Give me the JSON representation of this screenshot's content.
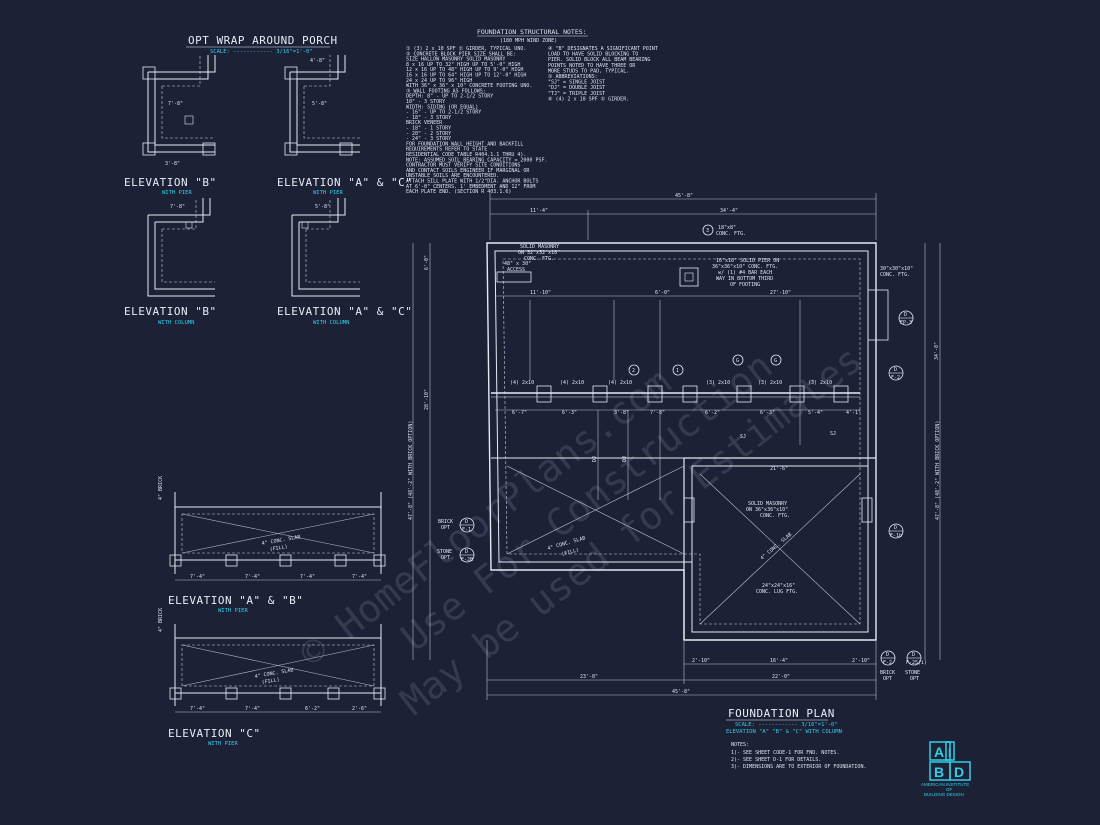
{
  "porch": {
    "title": "OPT WRAP AROUND PORCH",
    "scale": "SCALE: ------------ 3/16\"=1'-0\"",
    "elev_b1": "ELEVATION \"B\"",
    "elev_b1_sub": "WITH PIER",
    "elev_ac1": "ELEVATION \"A\" & \"C\"",
    "elev_ac1_sub": "WITH PIER",
    "elev_b2": "ELEVATION \"B\"",
    "elev_b2_sub": "WITH COLUMN",
    "elev_ac2": "ELEVATION \"A\" & \"C\"",
    "elev_ac2_sub": "WITH COLUMN",
    "dims": [
      "7'-8\"",
      "3'-8\"",
      "5'-8\"",
      "4'-8\"",
      "5'-8\"",
      "7'-8\""
    ]
  },
  "notes": {
    "title": "FOUNDATION STRUCTURAL NOTES:",
    "subtitle": "(180 MPH WIND ZONE)",
    "col1": [
      "① (3) 2 x 10 SPF ① GIRDER, TYPICAL UNO.",
      "② CONCRETE BLOCK PIER SIZE SHALL BE:",
      "   SIZE   HALLOW MASONRY   SOLID MASONRY",
      "   8 x 16    UP TO 32\" HIGH    UP TO 5'-0\" HIGH",
      "   12 x 16   UP TO 48\" HIGH    UP TO 9'-0\" HIGH",
      "   16 x 16   UP TO 64\" HIGH    UP TO 12'-0\" HIGH",
      "   24 x 24   UP TO 96\" HIGH",
      "   WITH 36\" x 36\" x 10\" CONCRETE FOOTING UNO.",
      "③ WALL FOOTING AS FOLLOWS:",
      "   DEPTH:  8\" - UP TO 2-1/2 STORY",
      "           10\" - 3 STORY",
      "   WIDTH:  SIDING (OR EQUAL)",
      "           - 16\" - UP TO 2-1/2 STORY",
      "           - 18\" - 3 STORY",
      "           BRICK VENEER",
      "           - 18\" - 1 STORY",
      "           - 20\" - 2 STORY",
      "           - 24\" - 3 STORY",
      "FOR FOUNDATION WALL HEIGHT AND BACKFILL",
      "REQUIREMENTS REFER TO STATE",
      "RESIDENTIAL CODE TABLE R404.1.1 THRU 4).",
      "NOTE: ASSUMED SOIL BEARING CAPACITY = 2000 PSF.",
      "CONTRACTOR MUST VERIFY SITE CONDITIONS",
      "AND CONTACT SOILS ENGINEER IF MARGINAL OR",
      "UNSTABLE SOILS ARE ENCOUNTERED.",
      "ATTACH SILL PLATE WITH 1/2\"DIA. ANCHOR BOLTS",
      "AT 6'-0\" CENTERS. 1' EMBEDMENT AND 12\" FROM",
      "EACH PLATE END. (SECTION R 403.1.6)"
    ],
    "col2": [
      "④ \"B\" DESIGNATES A SIGNIFICANT POINT",
      "LOAD TO HAVE SOLID BLOCKING TO",
      "PIER. SOLID BLOCK ALL BEAM BEARING",
      "POINTS NOTED TO HAVE THREE OR",
      "MORE STUDS TO PAD, TYPICAL.",
      "⑤ ABBREVIATIONS:",
      "   \"SJ\" = SINGLE JOIST",
      "   \"DJ\" = DOUBLE JOIST",
      "   \"TJ\" = TRIPLE JOIST",
      "⑥ (4) 2 x 10 SPF ① GIRDER."
    ]
  },
  "plan": {
    "title": "FOUNDATION PLAN",
    "scale": "SCALE: ------------ 3/16\"=1'-0\"",
    "scale_sub": "ELEVATION \"A\" \"B\" & \"C\" WITH COLUMN",
    "notes_title": "NOTES:",
    "notes": [
      "1)- SEE SHEET CODE-1 FOR FND. NOTES.",
      "2)- SEE SHEET D-1 FOR DETAILS.",
      "3)- DIMENSIONS ARE TO EXTERIOR OF FOUNDATION."
    ],
    "top_dim_overall": "45'-8\"",
    "top_dim_left": "11'-4\"",
    "top_dim_right": "34'-4\"",
    "bottom_dim_overall": "45'-8\"",
    "bottom_dim_left": "23'-8\"",
    "bottom_dim_right": "22'-0\"",
    "bottom_dim_a": "2'-10\"",
    "bottom_dim_b": "16'-4\"",
    "bottom_dim_c": "2'-10\"",
    "left_overall": "47'-8\" (48'-2\" WITH BRICK OPTION)",
    "right_overall": "47'-8\" (48'-2\" WITH BRICK OPTION)",
    "solid_masonry_1": "SOLID MASONRY",
    "solid_masonry_1b": "ON 32\"x32\"x10\"",
    "solid_masonry_1c": "CONC. FTG.",
    "access": "48\" x 30\"",
    "access_b": "ACCESS",
    "solid_pier": "16\"x16\" SOLID PIER ON",
    "solid_pier_b": "36\"x36\"x10\" CONC. FTG.",
    "solid_pier_c": "w/ (1) #4 BAR EACH",
    "solid_pier_d": "WAY IN BOTTOM THIRD",
    "solid_pier_e": "OF FOOTING",
    "ftg_18": "18\"x8\"",
    "ftg_18b": "CONC. FTG.",
    "conc_ftg_right": "30\"x30\"x10\"",
    "conc_ftg_right_b": "CONC. FTG.",
    "dim_1110": "11'-10\"",
    "dim_60": "6'-0\"",
    "dim_2710": "27'-10\"",
    "dim_2810": "28'-10\"",
    "dim_348": "34'-8\"",
    "girder": "(4) 2x10",
    "girder_b": "(3) 2x10",
    "spans": [
      "6'-7\"",
      "6'-3\"",
      "3'-8\"",
      "7'-8\"",
      "6'-2\"",
      "6'-3\"",
      "5'-4\"",
      "4'-1\""
    ],
    "dj": "DJ",
    "sj": "SJ",
    "slab_left": "4\" CONC. SLAB",
    "slab_left_b": "(FILL)",
    "slab_right": "4\" CONC. SLAB",
    "solid_masonry_2": "SOLID MASONRY",
    "solid_masonry_2b": "ON 36\"x36\"x10\"",
    "solid_masonry_2c": "CONC. FTG.",
    "lug_ftg": "24\"x24\"x16\"",
    "lug_ftg_b": "CONC. LUG FTG.",
    "dim_216": "21'-6\"",
    "brick_opt": "BRICK",
    "brick_opt_b": "OPT",
    "stone_opt": "STONE",
    "stone_opt_b": "OPT",
    "bubble_d": "D",
    "bubble_f1": "F-1",
    "bubble_f2b": "F-2B",
    "bubble_f1b": "F-1b",
    "bubble_f5": "FP-3",
    "bubble_f2": "F-2",
    "bubble_f25": "F-25(i)",
    "brick_opt_c": "BRICK",
    "brick_opt_c2": "OPT",
    "stone_opt_c": "STONE",
    "stone_opt_c2": "OPT"
  },
  "lower_elev": {
    "elev_ab": "ELEVATION \"A\" & \"B\"",
    "elev_ab_sub": "WITH PIER",
    "elev_c": "ELEVATION \"C\"",
    "elev_c_sub": "WITH PIER",
    "slab": "4\" CONC. SLAB",
    "slab_b": "(FILL)",
    "dims_ab": [
      "7'-4\"",
      "7'-4\"",
      "7'-4\"",
      "7'-4\""
    ],
    "dims_c": [
      "7'-4\"",
      "7'-4\"",
      "6'-2\"",
      "2'-6\""
    ],
    "brick": "4\" BRICK"
  },
  "watermark": {
    "line1": "© HomeFloorPlans.com",
    "line2": "Use For Construction",
    "line3": "May be used for Estimates"
  },
  "logo": {
    "a": "A",
    "i": "I",
    "b": "B",
    "d": "D",
    "name_1": "AMERICAN INSTITUTE",
    "name_2": "OF",
    "name_3": "BUILDING DESIGN",
    "color": "#2fd0e8"
  }
}
